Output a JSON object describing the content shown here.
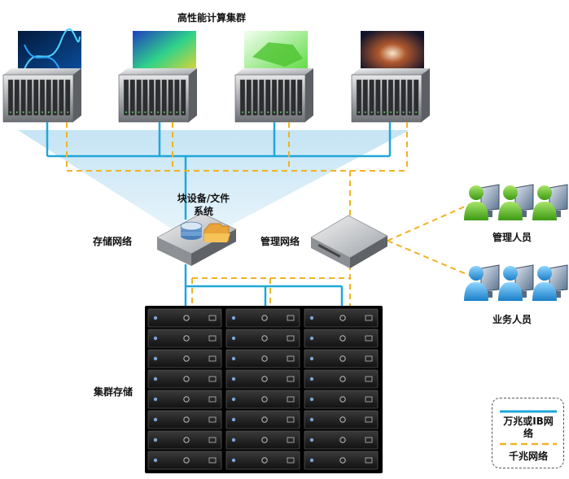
{
  "title": "高性能计算集群",
  "labels": {
    "storage_network": "存储网络",
    "block_fs": "块设备/文件系统",
    "mgmt_network": "管理网络",
    "cluster_storage": "集群存储",
    "admins": "管理人员",
    "business_users": "业务人员"
  },
  "legend": {
    "fast_network": "万兆或IB网络",
    "gigabit_network": "千兆网络"
  },
  "colors": {
    "fast_line": "#1ea7d8",
    "gigabit_line": "#f0b323",
    "fan_fill": "#c9e6f5",
    "admin_person": "#5fbf2a",
    "user_person": "#2aa3e0",
    "rack": "#1c1c1c",
    "server_silver": "#b9bcc0"
  },
  "icons": {
    "compute_node": "server-icon",
    "storage_server": "storage-server-icon",
    "mgmt_server": "management-server-icon",
    "person": "user-workstation-icon",
    "database": "database-icon",
    "folder": "folder-icon"
  }
}
